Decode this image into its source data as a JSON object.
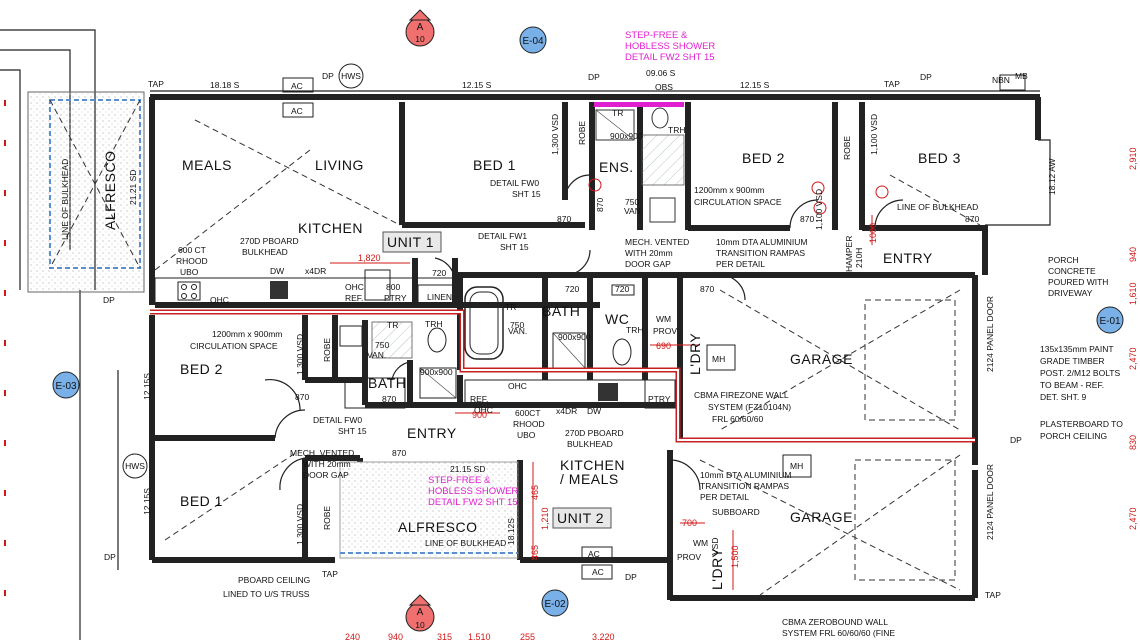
{
  "rooms": {
    "meals": "MEALS",
    "living": "LIVING",
    "kitchen1": "KITCHEN",
    "unit1": "UNIT 1",
    "bed1_u1": "BED 1",
    "ens": "ENS.",
    "bed2_u1": "BED 2",
    "bed3": "BED 3",
    "entry_u1": "ENTRY",
    "bath_u1": "BATH",
    "wc": "WC",
    "garage_u1": "GARAGE",
    "ldry_u1": "L'DRY",
    "bed2_u2": "BED 2",
    "bath_u2": "BATH",
    "entry_u2": "ENTRY",
    "kitchen_meals": "KITCHEN",
    "kitchen_meals2": "/ MEALS",
    "unit2": "UNIT 2",
    "bed1_u2": "BED 1",
    "alfresco_u2": "ALFRESCO",
    "garage_u2": "GARAGE",
    "ldry_u2": "L'DRY",
    "alfresco_u1": "ALFRESCO"
  },
  "callouts": {
    "a10_top": {
      "letter": "A",
      "num": "10"
    },
    "a10_bottom": {
      "letter": "A",
      "num": "10"
    },
    "e04": "E-04",
    "e03": "E-03",
    "e02": "E-02",
    "e01": "E-01",
    "hws_top": "HWS",
    "hws_left": "HWS"
  },
  "notes": {
    "step_free_top": [
      "STEP-FREE &",
      "HOBLESS SHOWER",
      "DETAIL FW2 SHT 15"
    ],
    "step_free_bottom": [
      "STEP-FREE &",
      "HOBLESS SHOWER",
      "DETAIL FW2 SHT 15"
    ],
    "detail_fw0_a": [
      "DETAIL FW0",
      "SHT 15"
    ],
    "detail_fw1": [
      "DETAIL FW1",
      "SHT 15"
    ],
    "detail_fw0_b": [
      "DETAIL FW0",
      "SHT 15"
    ],
    "circ_space_a": [
      "1200mm x 900mm",
      "CIRCULATION SPACE"
    ],
    "circ_space_b": [
      "1200mm x 900mm",
      "CIRCULATION SPACE"
    ],
    "mech_vent_a": [
      "MECH. VENTED",
      "WITH 20mm",
      "DOOR GAP"
    ],
    "mech_vent_b": [
      "MECH. VENTED",
      "WITH 20mm",
      "DOOR GAP"
    ],
    "transition_a": [
      "10mm DTA ALUMINIUM",
      "TRANSITION RAMPAS",
      "PER DETAIL"
    ],
    "transition_b": [
      "10mm DTA ALUMINIUM",
      "TRANSITION RAMPAS",
      "PER DETAIL"
    ],
    "pboard_a": [
      "270D PBOARD",
      "BULKHEAD"
    ],
    "pboard_b": [
      "270D PBOARD",
      "BULKHEAD"
    ],
    "rhood_a": [
      "600 CT",
      "RHOOD",
      "UBO"
    ],
    "rhood_b": [
      "600CT",
      "RHOOD",
      "UBO"
    ],
    "firezone": [
      "CBMA FIREZONE WALL",
      "SYSTEM (FZ10104N)",
      "FRL 60/60/60"
    ],
    "zerobound": [
      "CBMA ZEROBOUND WALL",
      "SYSTEM FRL 60/60/60 (FINE"
    ],
    "porch_concrete": [
      "PORCH",
      "CONCRETE",
      "POURED WITH",
      "DRIVEWAY"
    ],
    "timber_post": [
      "135x135mm PAINT",
      "GRADE TIMBER",
      "POST. 2/M12 BOLTS",
      "TO BEAM - REF.",
      "DET. SHT. 9"
    ],
    "plasterboard": [
      "PLASTERBOARD TO",
      "PORCH CEILING"
    ],
    "pboard_ceiling": [
      "PBOARD CEILING",
      "LINED TO U/S TRUSS"
    ],
    "line_bulkhead": "LINE OF BULKHEAD",
    "line_bulkhead_vert": "LINE OF BULKHEAD",
    "circ_space_c": [
      "1200mm x 900mm",
      "CIRCULATION SPACE"
    ],
    "subboard": "SUBBOARD",
    "hamper": [
      "HAMPER",
      "210H"
    ],
    "panel_door": "2124 PANEL DOOR"
  },
  "labels": {
    "tap": "TAP",
    "dp": "DP",
    "ac": "AC",
    "obs": "OBS",
    "nbn": "NBN",
    "mb": "MB",
    "robe": "ROBE",
    "dw": "DW",
    "ohc": "OHC",
    "ref": "REF.",
    "ptry_800": "800\nPTRY",
    "ptry": "PTRY",
    "linen": "LINEN",
    "tr": "TR",
    "trh": "TRH",
    "van": "VAN.",
    "shower": "900x900",
    "mh": "MH",
    "wm": "WM",
    "prov": "PROV",
    "x4dr": "x4DR",
    "sd": "SD",
    "vsd": "VSD"
  },
  "dims": {
    "top_1818": "18.18 S",
    "top_1215a": "12.15 S",
    "top_0906": "09.06 S",
    "top_1215b": "12.15 S",
    "d1300a": "1,300 VSD",
    "d1100": "1,100 VSD",
    "d1100b": "1,100 VSD",
    "d1812": "18.12 AW",
    "d2121": "21.21 SD",
    "d1215_left1": "12.15S",
    "d1215_left2": "12.15S",
    "d1300b": "1,300 VSD",
    "d1300c": "1,300 VSD",
    "d2115": "21.15 SD",
    "d1812b": "18.12S",
    "d870": "870",
    "d750": "750",
    "d720": "720",
    "d600": "600",
    "d1820": "1,820",
    "d690": "690",
    "d900": "900",
    "d1210": "1,210",
    "d465": "465",
    "d700": "700",
    "d1500": "1,500",
    "d1000": "1000",
    "right": [
      "2,910",
      "940",
      "1,610",
      "2,470",
      "830",
      "2,470"
    ],
    "bottom": [
      "240",
      "940",
      "315",
      "1,510",
      "255",
      "3,220"
    ]
  }
}
